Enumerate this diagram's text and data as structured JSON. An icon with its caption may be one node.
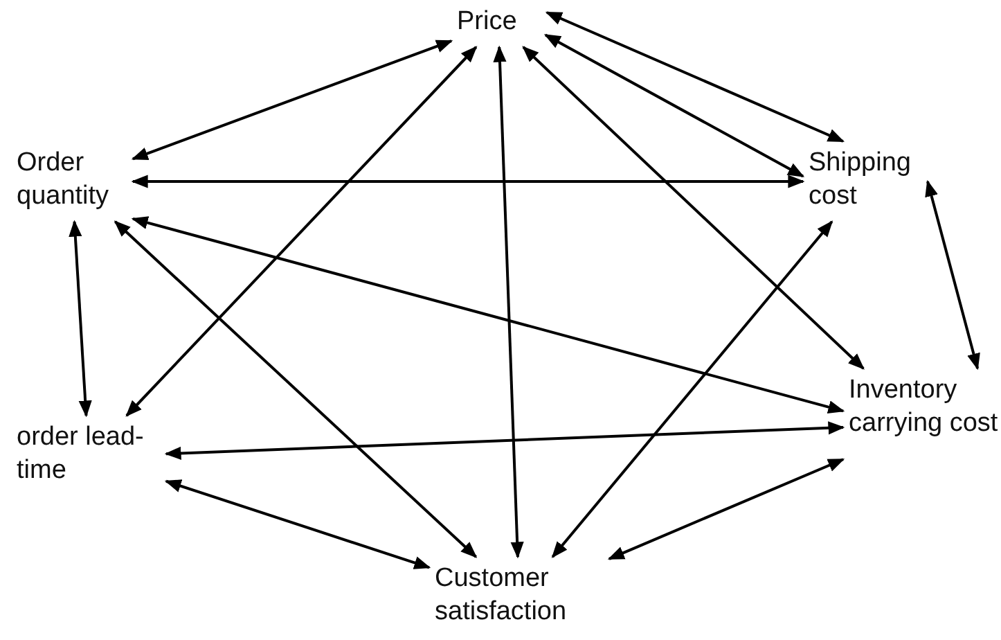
{
  "diagram": {
    "nodes": [
      {
        "text": [
          "Price"
        ]
      },
      {
        "text": [
          "Order quantity"
        ]
      },
      {
        "text": [
          "Shipping cost"
        ]
      },
      {
        "text": [
          "order lead-time"
        ]
      },
      {
        "text": [
          "Inventory carrying cost"
        ]
      },
      {
        "text": [
          "Customer satisfaction"
        ]
      }
    ],
    "edges": [
      {
        "from": 0,
        "to": 1,
        "arrow": "both"
      },
      {
        "from": 0,
        "to": 3,
        "arrow": "both"
      },
      {
        "from": 0,
        "to": 5,
        "arrow": "both"
      },
      {
        "from": 0,
        "to": 4,
        "arrow": "both"
      },
      {
        "from": 0,
        "to": 2,
        "arrow": "both"
      },
      {
        "from": 0,
        "to": 2,
        "arrow": "both"
      },
      {
        "from": 1,
        "to": 2,
        "arrow": "both"
      },
      {
        "from": 1,
        "to": 3,
        "arrow": "both"
      },
      {
        "from": 1,
        "to": 4,
        "arrow": "both"
      },
      {
        "from": 1,
        "to": 5,
        "arrow": "both"
      },
      {
        "from": 2,
        "to": 4,
        "arrow": "both"
      },
      {
        "from": 2,
        "to": 5,
        "arrow": "both"
      },
      {
        "from": 3,
        "to": 4,
        "arrow": "both"
      },
      {
        "from": 3,
        "to": 5,
        "arrow": "both"
      },
      {
        "from": 5,
        "to": 4,
        "arrow": "both"
      }
    ]
  }
}
